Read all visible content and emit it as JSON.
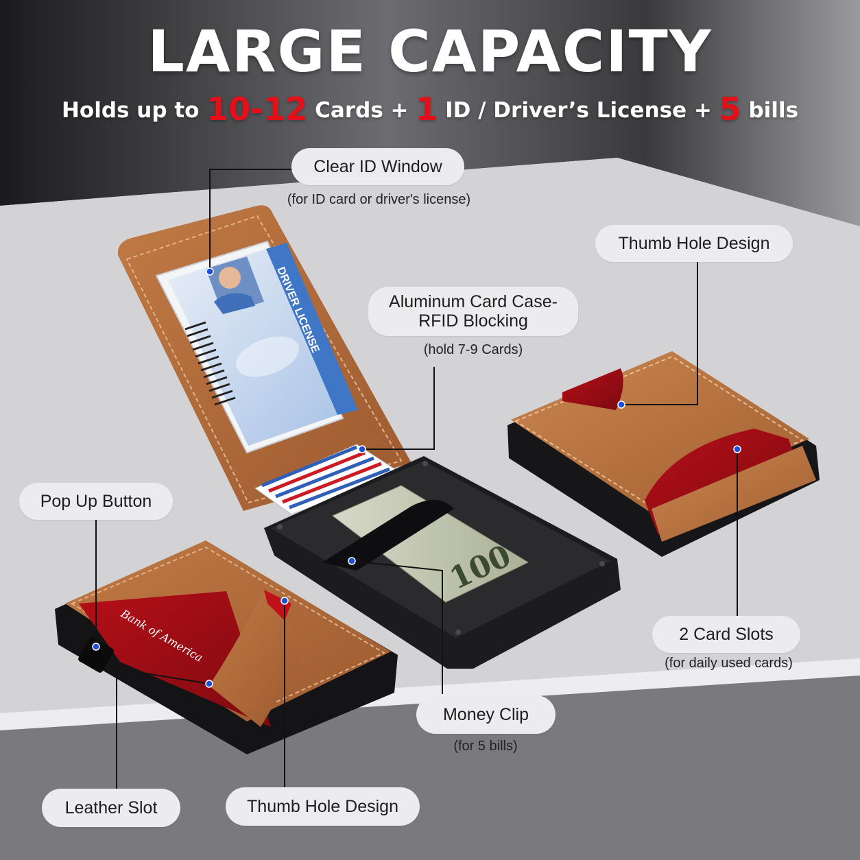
{
  "headline": "LARGE CAPACITY",
  "subline": {
    "part1": "Holds up to ",
    "num1": "10-12",
    "part2": " Cards + ",
    "num2": "1",
    "part3": " ID / Driver’s License + ",
    "num3": "5",
    "part4": " bills"
  },
  "callouts": {
    "clear_id": {
      "title": "Clear ID Window",
      "note": "(for ID card or driver's license)"
    },
    "thumb_top": {
      "title": "Thumb Hole Design"
    },
    "aluminum": {
      "title_line1": "Aluminum Card Case-",
      "title_line2": "RFID Blocking",
      "note": "(hold 7-9 Cards)"
    },
    "pop_up": {
      "title": "Pop Up Button"
    },
    "card_slots": {
      "title": "2  Card Slots",
      "note": "(for daily used cards)"
    },
    "money_clip": {
      "title": "Money Clip",
      "note": "(for 5 bills)"
    },
    "leather_slot": {
      "title": "Leather Slot"
    },
    "thumb_bottom": {
      "title": "Thumb Hole Design"
    }
  },
  "license_card": {
    "header": "DRIVER LICENSE"
  },
  "bank_card": {
    "brand": "Bank of America"
  },
  "bill": {
    "denomination": "100"
  },
  "colors": {
    "accent_red": "#e3101a",
    "leather": "#b5693a",
    "case_black": "#1c1c1e",
    "marker_blue": "#1e4fd8"
  }
}
